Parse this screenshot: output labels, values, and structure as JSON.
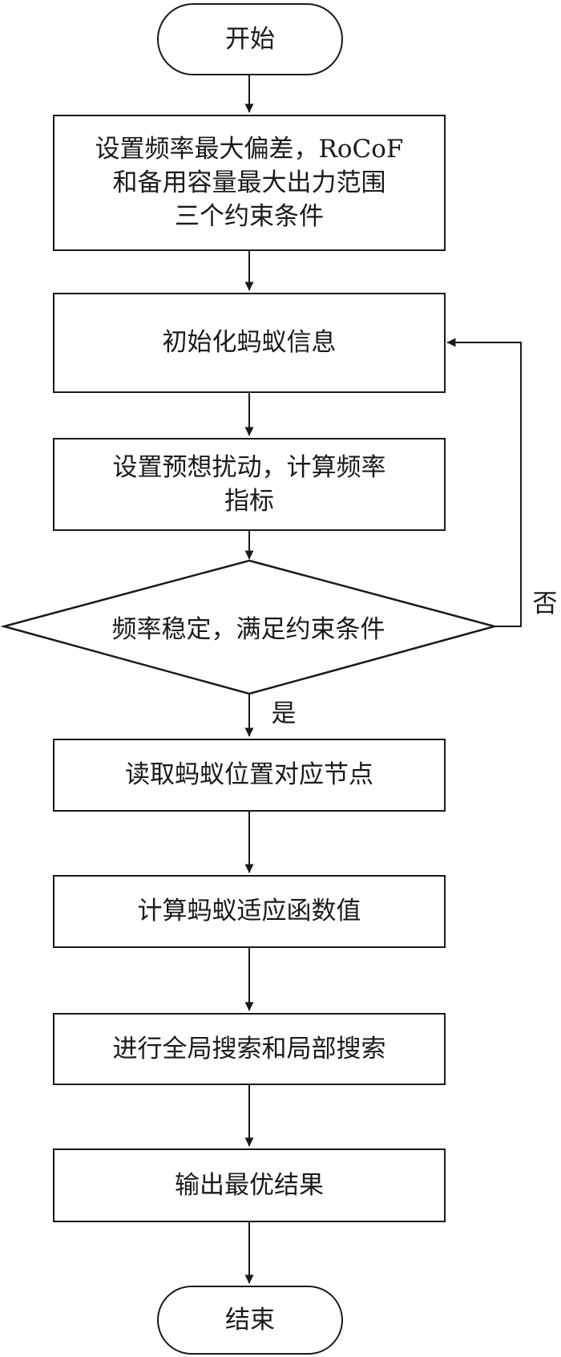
{
  "flowchart": {
    "start": "开始",
    "set_constraints": "设置频率最大偏差，RoCoF\n和备用容量最大出力范围\n三个约束条件",
    "init_ants": "初始化蚂蚁信息",
    "set_disturbance": "设置预想扰动，计算频率\n指标",
    "decision": "频率稳定，满足约束条件",
    "no_label": "否",
    "yes_label": "是",
    "read_nodes": "读取蚂蚁位置对应节点",
    "compute_fitness": "计算蚂蚁适应函数值",
    "search": "进行全局搜索和局部搜索",
    "output": "输出最优结果",
    "end": "结束"
  },
  "colors": {
    "line": "#1a1a1a",
    "background": "#ffffff"
  }
}
